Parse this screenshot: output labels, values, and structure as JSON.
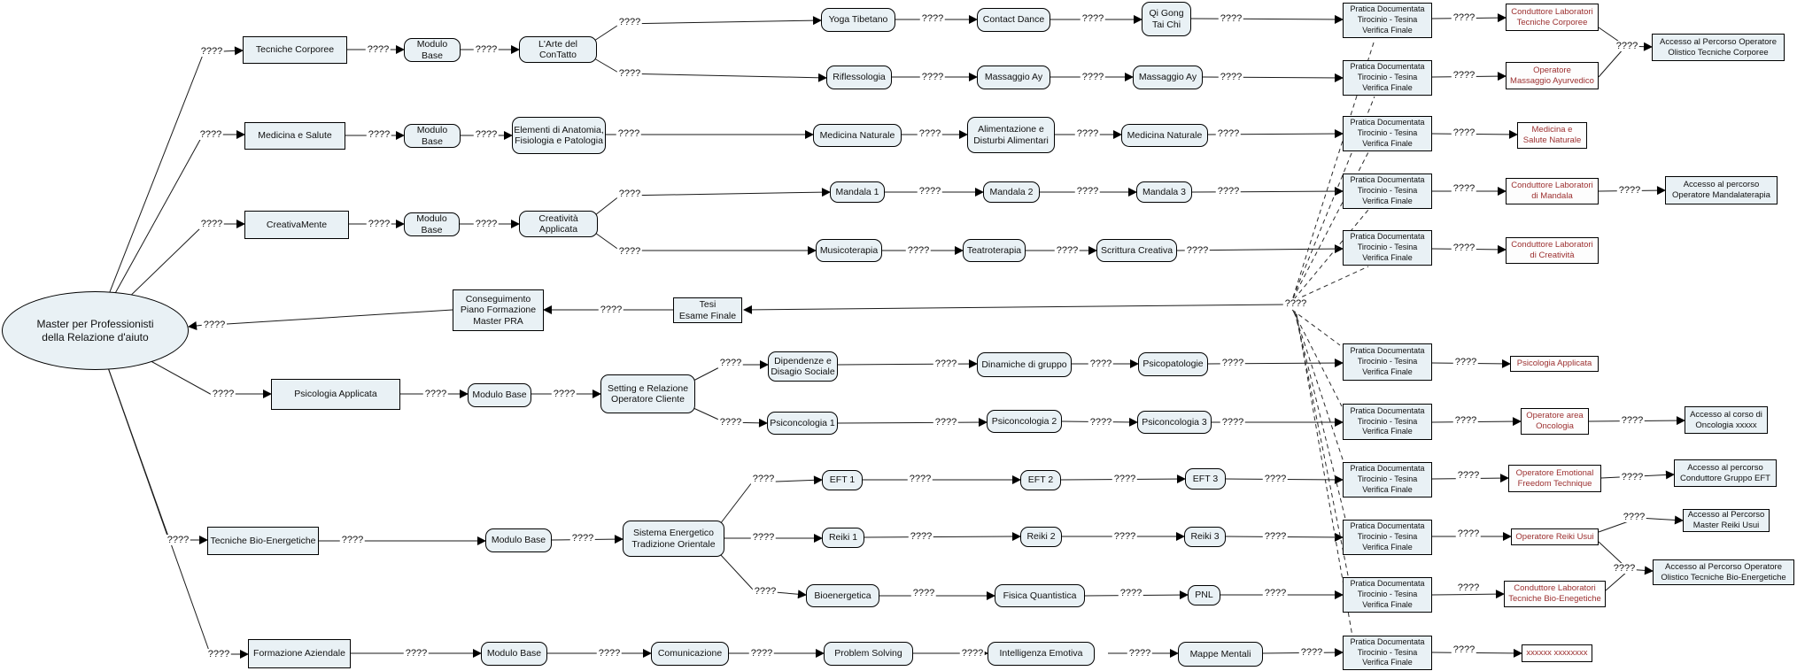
{
  "labels": {
    "edge_placeholder": "????"
  },
  "colors": {
    "node_fill": "#e9f1f5",
    "qualification_text": "#9c2f2f",
    "line": "#1a1a1a",
    "background": "#ffffff"
  },
  "nodes": {
    "root": {
      "label": "Master per Professionisti\ndella Relazione d'aiuto"
    },
    "tecniche_corporee": {
      "label": "Tecniche Corporee"
    },
    "medicina_salute": {
      "label": "Medicina e Salute"
    },
    "creativamente": {
      "label": "CreativaMente"
    },
    "psicologia_applicata": {
      "label": "Psicologia Applicata"
    },
    "tecniche_bio_energetiche": {
      "label": "Tecniche Bio-Energetiche"
    },
    "formazione_aziendale": {
      "label": "Formazione Aziendale"
    },
    "modulo_base": {
      "label": "Modulo Base"
    },
    "arte_contatto": {
      "label": "L'Arte del ConTatto"
    },
    "yoga_tibetano": {
      "label": "Yoga Tibetano"
    },
    "contact_dance": {
      "label": "Contact Dance"
    },
    "qi_gong_tai_chi": {
      "label": "Qi Gong\nTai Chi"
    },
    "riflessologia": {
      "label": "Riflessologia"
    },
    "massaggio_ay": {
      "label": "Massaggio Ay"
    },
    "elementi_anatomia": {
      "label": "Elementi di Anatomia,\nFisiologia e Patologia"
    },
    "medicina_naturale": {
      "label": "Medicina Naturale"
    },
    "alimentazione": {
      "label": "Alimentazione e\nDisturbi Alimentari"
    },
    "creativita_applicata": {
      "label": "Creatività Applicata"
    },
    "mandala_1": {
      "label": "Mandala 1"
    },
    "mandala_2": {
      "label": "Mandala 2"
    },
    "mandala_3": {
      "label": "Mandala 3"
    },
    "musicoterapia": {
      "label": "Musicoterapia"
    },
    "teatroterapia": {
      "label": "Teatroterapia"
    },
    "scrittura_creativa": {
      "label": "Scrittura Creativa"
    },
    "conseguimento": {
      "label": "Conseguimento\nPiano Formazione\nMaster PRA"
    },
    "tesi": {
      "label": "Tesi\nEsame Finale"
    },
    "setting": {
      "label": "Setting e Relazione\nOperatore Cliente"
    },
    "dipendenze": {
      "label": "Dipendenze e\nDisagio Sociale"
    },
    "dinamiche": {
      "label": "Dinamiche di gruppo"
    },
    "psicopatologie": {
      "label": "Psicopatologie"
    },
    "psiconcologia_1": {
      "label": "Psiconcologia 1"
    },
    "psiconcologia_2": {
      "label": "Psiconcologia 2"
    },
    "psiconcologia_3": {
      "label": "Psiconcologia 3"
    },
    "sistema_energetico": {
      "label": "Sistema Energetico\nTradizione Orientale"
    },
    "eft_1": {
      "label": "EFT 1"
    },
    "eft_2": {
      "label": "EFT 2"
    },
    "eft_3": {
      "label": "EFT 3"
    },
    "reiki_1": {
      "label": "Reiki 1"
    },
    "reiki_2": {
      "label": "Reiki 2"
    },
    "reiki_3": {
      "label": "Reiki 3"
    },
    "bioenergetica": {
      "label": "Bioenergetica"
    },
    "fisica_quantistica": {
      "label": "Fisica Quantistica"
    },
    "pnl": {
      "label": "PNL"
    },
    "comunicazione": {
      "label": "Comunicazione"
    },
    "problem_solving": {
      "label": "Problem Solving"
    },
    "intelligenza_emotiva": {
      "label": "Intelligenza Emotiva"
    },
    "mappe_mentali": {
      "label": "Mappe Mentali"
    },
    "pratica": {
      "label": "Pratica Documentata\nTirocinio - Tesina\nVerifica Finale"
    },
    "conduttore_tecniche_corporee": {
      "label": "Conduttore Laboratori\nTecniche Corporee"
    },
    "operatore_massaggio_ayurvedico": {
      "label": "Operatore\nMassaggio Ayurvedico"
    },
    "medicina_salute_naturale": {
      "label": "Medicina e\nSalute Naturale"
    },
    "conduttore_mandala": {
      "label": "Conduttore Laboratori\ndi Mandala"
    },
    "conduttore_creativita": {
      "label": "Conduttore Laboratori\ndi Creatività"
    },
    "psicologia_applicata_qualifica": {
      "label": "Psicologia Applicata"
    },
    "operatore_oncologia": {
      "label": "Operatore area\nOncologia"
    },
    "operatore_eft": {
      "label": "Operatore Emotional\nFreedom Technique"
    },
    "operatore_reiki_usui": {
      "label": "Operatore Reiki Usui"
    },
    "conduttore_bio_energetiche": {
      "label": "Conduttore Laboratori\nTecniche Bio-Enegetiche"
    },
    "qualifica_xxxxxx": {
      "label": "xxxxxx xxxxxxxx"
    },
    "accesso_tecniche_corporee": {
      "label": "Accesso al Percorso Operatore\nOlistico Tecniche Corporee"
    },
    "accesso_mandalaterapia": {
      "label": "Accesso al percorso\nOperatore Mandalaterapia"
    },
    "accesso_oncologia": {
      "label": "Accesso al corso di\nOncologia xxxxx"
    },
    "accesso_eft": {
      "label": "Accesso al percorso\nConduttore Gruppo EFT"
    },
    "accesso_reiki": {
      "label": "Accesso al Percorso\nMaster Reiki Usui"
    },
    "accesso_bio_energetiche": {
      "label": "Accesso al Percorso Operatore\nOlistico Tecniche Bio-Energetiche"
    }
  }
}
